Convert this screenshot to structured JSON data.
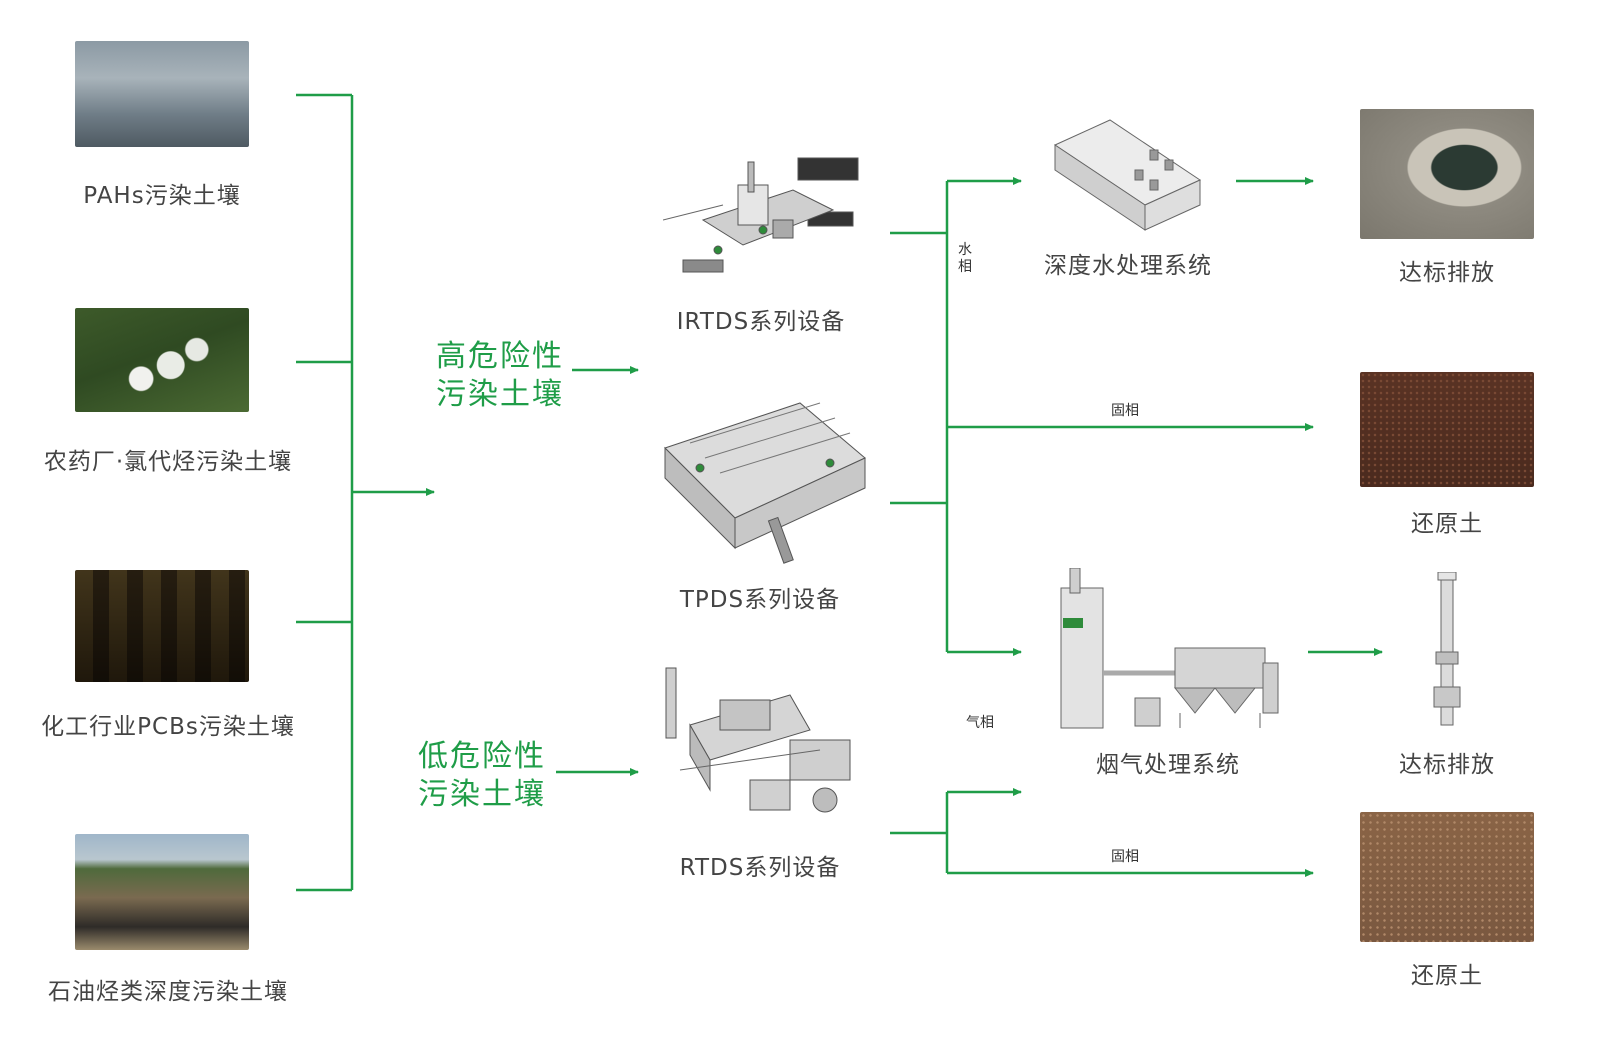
{
  "sources": [
    {
      "label": "PAHs污染土壤",
      "photo": "smoky-factory-photo"
    },
    {
      "label": "农药厂·氯代烃污染土壤",
      "photo": "pesticide-bottles-photo"
    },
    {
      "label": "化工行业PCBs污染土壤",
      "photo": "chemical-site-photo"
    },
    {
      "label": "石油烃类深度污染土壤",
      "photo": "oil-polluted-ground-photo"
    }
  ],
  "risk_levels": {
    "high": {
      "line1": "高危险性",
      "line2": "污染土壤"
    },
    "low": {
      "line1": "低危险性",
      "line2": "污染土壤"
    }
  },
  "equipment": [
    {
      "label": "IRTDS系列设备"
    },
    {
      "label": "TPDS系列设备"
    },
    {
      "label": "RTDS系列设备"
    }
  ],
  "phases": {
    "water": "水相",
    "solid_upper": "固相",
    "gas": "气相",
    "solid_lower": "固相"
  },
  "treatment": {
    "water": "深度水处理系统",
    "gas": "烟气处理系统"
  },
  "outputs": {
    "water_discharge": "达标排放",
    "restored_soil_upper": "还原土",
    "gas_discharge": "达标排放",
    "restored_soil_lower": "还原土"
  },
  "colors": {
    "line": "#1f9d48",
    "accent_text": "#1f9d48",
    "label_text": "#444444"
  }
}
